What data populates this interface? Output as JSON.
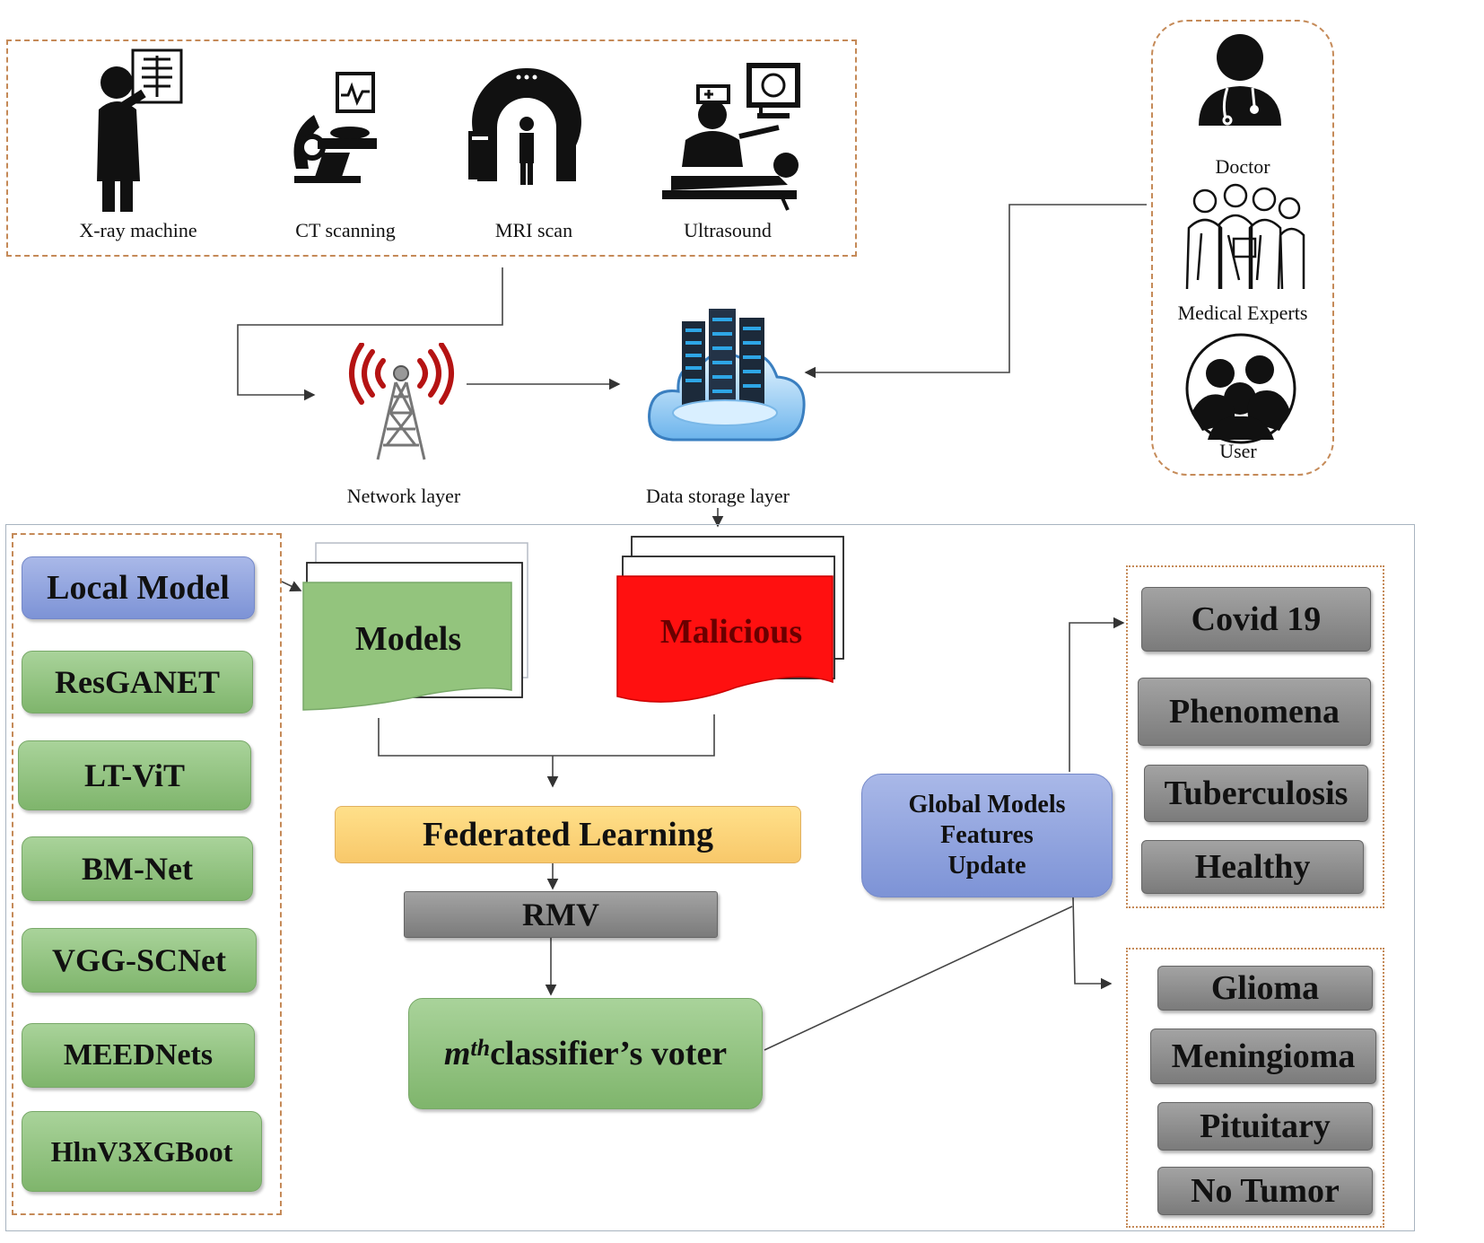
{
  "devices": {
    "xray": "X-ray machine",
    "ct": "CT scanning",
    "mri": "MRI  scan",
    "ultrasound": "Ultrasound"
  },
  "layers": {
    "network": "Network layer",
    "storage": "Data storage layer"
  },
  "users": {
    "doctor": "Doctor",
    "experts": "Medical Experts",
    "user": "User"
  },
  "local_models": {
    "header": "Local Model",
    "items": [
      "ResGANET",
      "LT-ViT",
      "BM-Net",
      "VGG-SCNet",
      "MEEDNets",
      "HlnV3XGBoot"
    ]
  },
  "docs": {
    "models": "Models",
    "malicious": "Malicious"
  },
  "pipeline": {
    "federated": "Federated Learning",
    "rmv": "RMV",
    "voter_base": "m",
    "voter_sup": "th",
    "voter_text": "classifier’s voter"
  },
  "global": {
    "line1": "Global Models",
    "line2": "Features",
    "line3": "Update"
  },
  "classes_a": [
    "Covid 19",
    "Phenomena",
    "Tuberculosis",
    "Healthy"
  ],
  "classes_b": [
    "Glioma",
    "Meningioma",
    "Pituitary",
    "No Tumor"
  ],
  "colors": {
    "green": "#8fc27e",
    "blue": "#8ea0dc",
    "grey": "#8c8c8c",
    "yellow": "#fcd27a",
    "malicious": "#ff1010",
    "dash": "#c58a58"
  }
}
